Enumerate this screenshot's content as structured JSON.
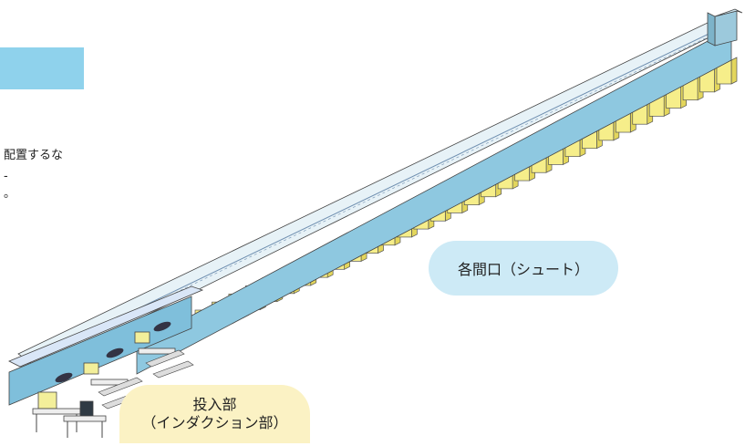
{
  "text_fragments": {
    "line1": "配置するな",
    "line2": "-",
    "line3": "。"
  },
  "labels": {
    "chute": "各間口（シュート）",
    "induction_line1": "投入部",
    "induction_line2": "（インダクション部）"
  },
  "colors": {
    "header": "#8fd2ec",
    "conveyor_top": "#e7f2f7",
    "conveyor_side": "#8ec8e0",
    "chute_box": "#f6ee8a",
    "chute_box_side": "#e3d65c",
    "chute_label_bg": "#cdeaf6",
    "induction_label_bg": "#fbf2c4"
  }
}
